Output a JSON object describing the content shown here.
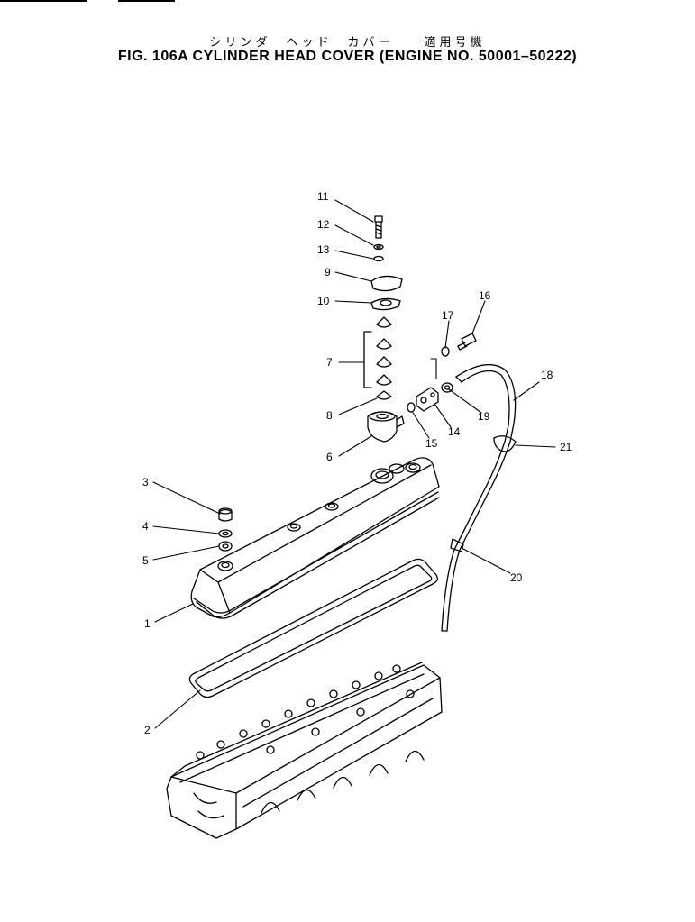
{
  "title_jp": "シリンダ　ヘッド　カバー　　適用号機",
  "title_en": "FIG. 106A  CYLINDER HEAD COVER (ENGINE NO. 50001–50222)",
  "part_numbers": [
    "1",
    "2",
    "3",
    "4",
    "5",
    "6",
    "7",
    "8",
    "9",
    "10",
    "11",
    "12",
    "13",
    "14",
    "15",
    "16",
    "17",
    "18",
    "19",
    "20",
    "21"
  ]
}
